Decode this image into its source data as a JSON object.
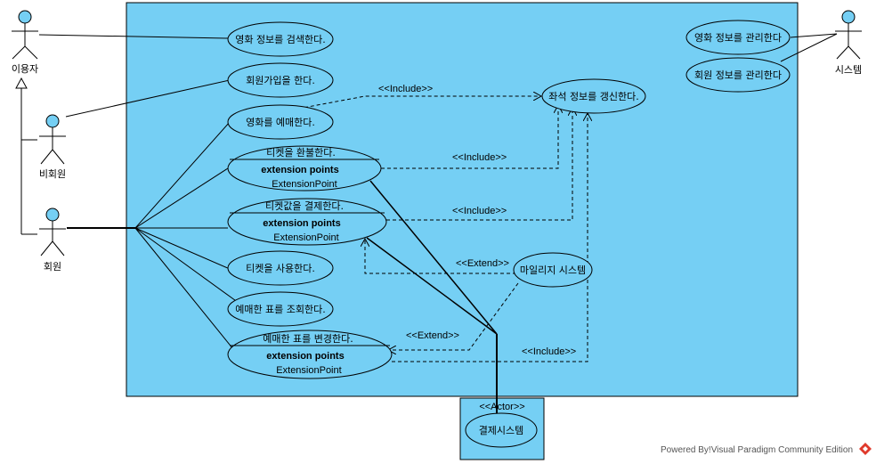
{
  "colors": {
    "system_fill": "#75cff4",
    "usecase_fill": "#75cff4",
    "actor_fill": "#75cff4",
    "line": "#000000"
  },
  "actors": {
    "user": "이용자",
    "non_member": "비회원",
    "member": "회원",
    "system": "시스템"
  },
  "payment_box": {
    "stereotype": "<<Actor>>",
    "name": "결제시스템"
  },
  "use_cases": {
    "search_movie": "영화 정보를 검색한다.",
    "sign_up": "회원가입을 한다.",
    "reserve_movie": "영화를 예매한다.",
    "refund_ticket": "티켓을 환불한다.",
    "pay_ticket": "티켓값을 결제한다.",
    "use_ticket": "티켓을 사용한다.",
    "view_reservation": "예매한 표를 조회한다.",
    "change_reservation": "예매한 표를 변경한다.",
    "update_seat": "좌석 정보를 갱신한다.",
    "mileage_system": "마일리지 시스템",
    "manage_movie": "영화 정보를 관리한다",
    "manage_member": "회원 정보를 관리한다"
  },
  "extension": {
    "heading": "extension points",
    "point": "ExtensionPoint"
  },
  "relations": {
    "include": "<<Include>>",
    "extend": "<<Extend>>"
  },
  "footer": "Powered By!Visual Paradigm Community Edition"
}
